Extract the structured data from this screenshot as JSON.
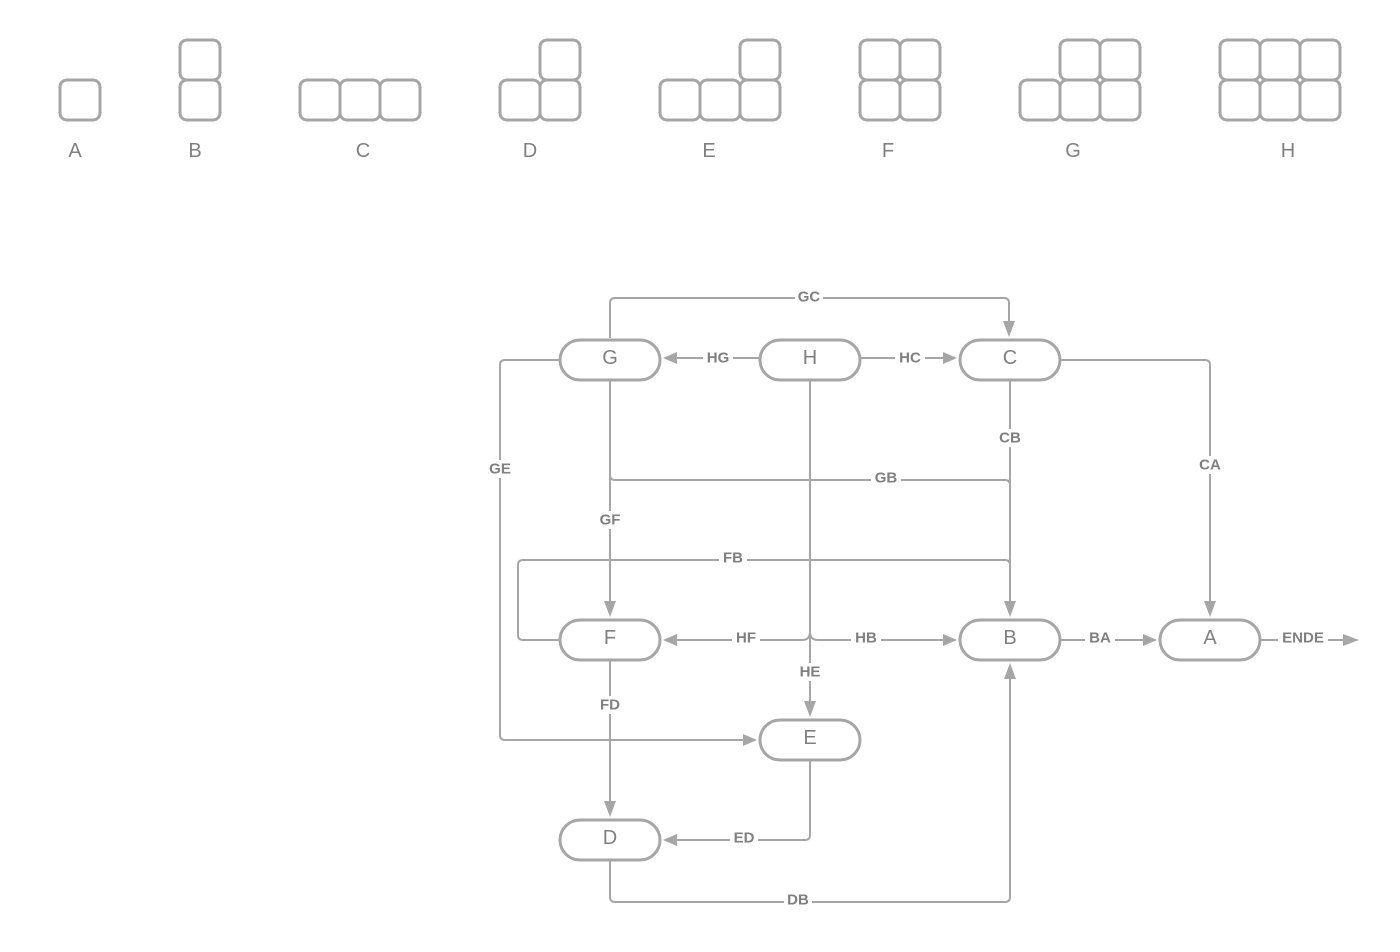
{
  "colors": {
    "stroke": "#a6a6a6",
    "text": "#808080",
    "background": "#ffffff"
  },
  "legend": {
    "shapes": [
      {
        "id": "A",
        "label": "A",
        "cells": [
          [
            0,
            0
          ]
        ]
      },
      {
        "id": "B",
        "label": "B",
        "cells": [
          [
            0,
            -1
          ],
          [
            0,
            0
          ]
        ]
      },
      {
        "id": "C",
        "label": "C",
        "cells": [
          [
            0,
            0
          ],
          [
            1,
            0
          ],
          [
            2,
            0
          ]
        ]
      },
      {
        "id": "D",
        "label": "D",
        "cells": [
          [
            1,
            -1
          ],
          [
            0,
            0
          ],
          [
            1,
            0
          ]
        ]
      },
      {
        "id": "E",
        "label": "E",
        "cells": [
          [
            2,
            -1
          ],
          [
            0,
            0
          ],
          [
            1,
            0
          ],
          [
            2,
            0
          ]
        ]
      },
      {
        "id": "F",
        "label": "F",
        "cells": [
          [
            0,
            -1
          ],
          [
            1,
            -1
          ],
          [
            0,
            0
          ],
          [
            1,
            0
          ]
        ]
      },
      {
        "id": "G",
        "label": "G",
        "cells": [
          [
            1,
            -1
          ],
          [
            2,
            -1
          ],
          [
            0,
            0
          ],
          [
            1,
            0
          ],
          [
            2,
            0
          ]
        ]
      },
      {
        "id": "H",
        "label": "H",
        "cells": [
          [
            0,
            -1
          ],
          [
            1,
            -1
          ],
          [
            2,
            -1
          ],
          [
            0,
            0
          ],
          [
            1,
            0
          ],
          [
            2,
            0
          ]
        ]
      }
    ]
  },
  "graph": {
    "nodes": [
      {
        "id": "G",
        "label": "G"
      },
      {
        "id": "H",
        "label": "H"
      },
      {
        "id": "C",
        "label": "C"
      },
      {
        "id": "F",
        "label": "F"
      },
      {
        "id": "B",
        "label": "B"
      },
      {
        "id": "A",
        "label": "A"
      },
      {
        "id": "E",
        "label": "E"
      },
      {
        "id": "D",
        "label": "D"
      }
    ],
    "edges": [
      {
        "id": "GC",
        "label": "GC",
        "from": "G",
        "to": "C"
      },
      {
        "id": "HG",
        "label": "HG",
        "from": "H",
        "to": "G"
      },
      {
        "id": "HC",
        "label": "HC",
        "from": "H",
        "to": "C"
      },
      {
        "id": "CA",
        "label": "CA",
        "from": "C",
        "to": "A"
      },
      {
        "id": "CB",
        "label": "CB",
        "from": "C",
        "to": "B"
      },
      {
        "id": "GE",
        "label": "GE",
        "from": "G",
        "to": "E"
      },
      {
        "id": "GB",
        "label": "GB",
        "from": "G",
        "to": "B"
      },
      {
        "id": "GF",
        "label": "GF",
        "from": "G",
        "to": "F"
      },
      {
        "id": "FB",
        "label": "FB",
        "from": "F",
        "to": "B"
      },
      {
        "id": "HF",
        "label": "HF",
        "from": "H",
        "to": "F"
      },
      {
        "id": "HB",
        "label": "HB",
        "from": "H",
        "to": "B"
      },
      {
        "id": "HE",
        "label": "HE",
        "from": "H",
        "to": "E"
      },
      {
        "id": "BA",
        "label": "BA",
        "from": "B",
        "to": "A"
      },
      {
        "id": "ENDE",
        "label": "ENDE",
        "from": "A",
        "to": "end"
      },
      {
        "id": "FD",
        "label": "FD",
        "from": "F",
        "to": "D"
      },
      {
        "id": "ED",
        "label": "ED",
        "from": "E",
        "to": "D"
      },
      {
        "id": "DB",
        "label": "DB",
        "from": "D",
        "to": "B"
      }
    ]
  }
}
